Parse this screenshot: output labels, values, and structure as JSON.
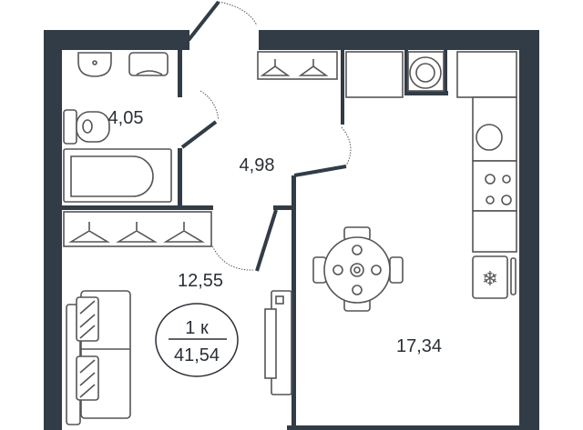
{
  "plan": {
    "rooms": [
      {
        "name": "bathroom",
        "area": "4,05"
      },
      {
        "name": "hallway",
        "area": "4,98"
      },
      {
        "name": "living-room",
        "area": "12,55"
      },
      {
        "name": "kitchen",
        "area": "17,34"
      }
    ],
    "apartment_type": "1 к",
    "total_area": "41,54",
    "colors": {
      "wall": "#323c46",
      "furniture": "#555555"
    }
  }
}
